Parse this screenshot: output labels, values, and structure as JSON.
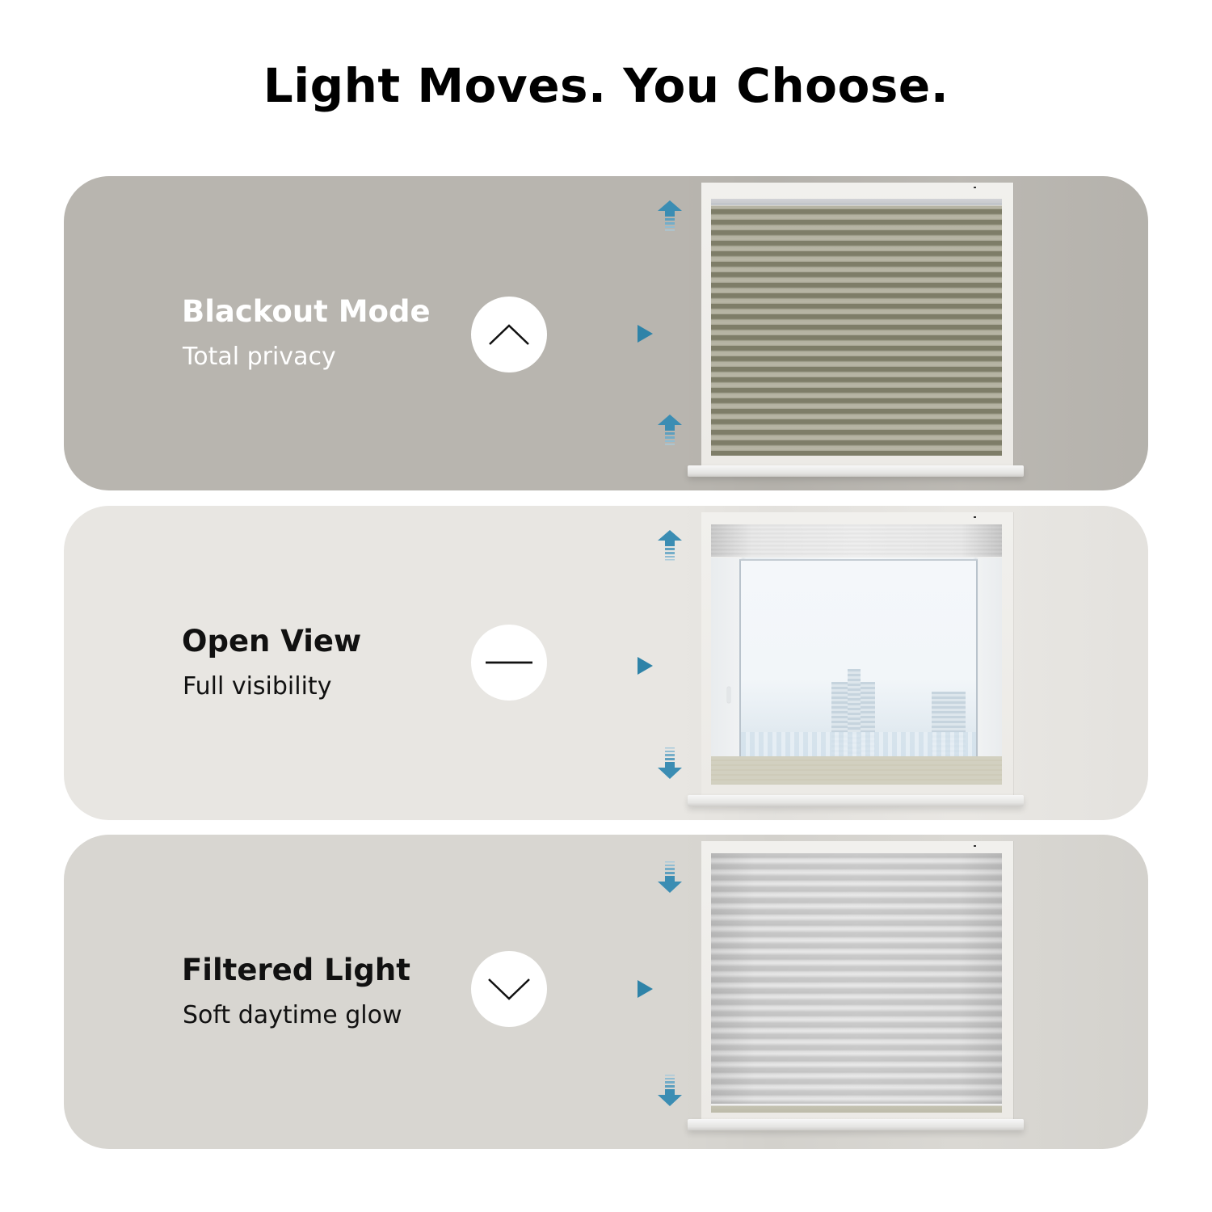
{
  "header": {
    "title": "Light Moves. You Choose."
  },
  "colors": {
    "accent_blue": "#2e83a8",
    "card_blackout_bg": "#b8b5af",
    "card_open_bg": "#e8e6e2",
    "card_filtered_bg": "#d8d6d1",
    "circle_bg": "#ffffff"
  },
  "modes": [
    {
      "title": "Blackout Mode",
      "subtitle": "Total privacy",
      "text_color": "#ffffff",
      "circle_icon": "chevron-up-icon",
      "top_arrow": "arrow-up-icon",
      "bottom_arrow": "arrow-up-icon",
      "indicator_icon": "play-triangle-icon",
      "image": "window-with-blackout-cellular-shade-closed"
    },
    {
      "title": "Open View",
      "subtitle": "Full visibility",
      "text_color": "#111111",
      "circle_icon": "minus-icon",
      "top_arrow": "arrow-up-icon",
      "bottom_arrow": "arrow-down-icon",
      "indicator_icon": "play-triangle-icon",
      "image": "window-with-shade-open-city-view"
    },
    {
      "title": "Filtered Light",
      "subtitle": "Soft daytime glow",
      "text_color": "#111111",
      "circle_icon": "chevron-down-icon",
      "top_arrow": "arrow-down-icon",
      "bottom_arrow": "arrow-down-icon",
      "indicator_icon": "play-triangle-icon",
      "image": "window-with-light-filtering-shade-closed"
    }
  ]
}
